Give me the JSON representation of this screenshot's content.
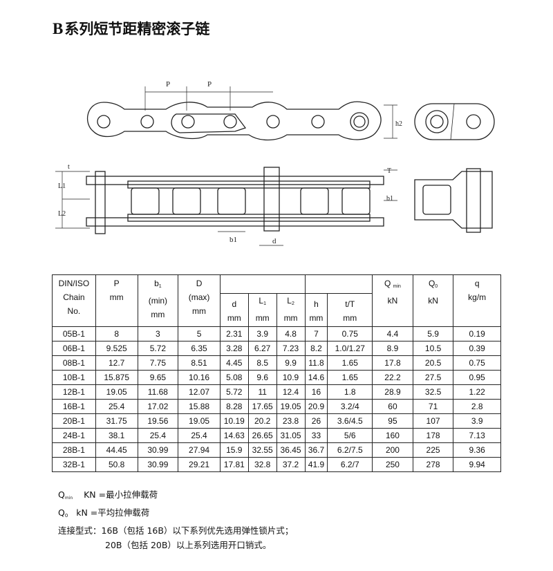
{
  "title": {
    "prefix": "B",
    "text": "系列短节距精密滚子链"
  },
  "diagram_labels": {
    "p1": "P",
    "p2": "P",
    "h2": "h2",
    "t_top": "T",
    "t_left": "t",
    "L1": "L1",
    "L2": "L2",
    "b1": "b1",
    "b1_side": "b1",
    "d": "d"
  },
  "table": {
    "headers": {
      "col1": [
        "DIN/ISO",
        "Chain",
        "No."
      ],
      "col2": [
        "P",
        "mm"
      ],
      "col3": [
        "b",
        "(min)",
        "mm"
      ],
      "col3_sub": "1",
      "col4": [
        "D",
        "(max)",
        "mm"
      ],
      "col5": [
        "d",
        "mm"
      ],
      "col6": [
        "L",
        "mm"
      ],
      "col6_sub": "1",
      "col7": [
        "L",
        "mm"
      ],
      "col7_sub": "2",
      "col8": [
        "h",
        "mm"
      ],
      "col9": [
        "t/T",
        "mm"
      ],
      "col10": [
        "Q",
        "kN"
      ],
      "col10_sub": "min",
      "col11": [
        "Q",
        "kN"
      ],
      "col11_sub": "0",
      "col12": [
        "q",
        "kg/m"
      ]
    },
    "rows": [
      [
        "05B-1",
        "8",
        "3",
        "5",
        "2.31",
        "3.9",
        "4.8",
        "7",
        "0.75",
        "4.4",
        "5.9",
        "0.19"
      ],
      [
        "06B-1",
        "9.525",
        "5.72",
        "6.35",
        "3.28",
        "6.27",
        "7.23",
        "8.2",
        "1.0/1.27",
        "8.9",
        "10.5",
        "0.39"
      ],
      [
        "08B-1",
        "12.7",
        "7.75",
        "8.51",
        "4.45",
        "8.5",
        "9.9",
        "11.8",
        "1.65",
        "17.8",
        "20.5",
        "0.75"
      ],
      [
        "10B-1",
        "15.875",
        "9.65",
        "10.16",
        "5.08",
        "9.6",
        "10.9",
        "14.6",
        "1.65",
        "22.2",
        "27.5",
        "0.95"
      ],
      [
        "12B-1",
        "19.05",
        "11.68",
        "12.07",
        "5.72",
        "11",
        "12.4",
        "16",
        "1.8",
        "28.9",
        "32.5",
        "1.22"
      ],
      [
        "16B-1",
        "25.4",
        "17.02",
        "15.88",
        "8.28",
        "17.65",
        "19.05",
        "20.9",
        "3.2/4",
        "60",
        "71",
        "2.8"
      ],
      [
        "20B-1",
        "31.75",
        "19.56",
        "19.05",
        "10.19",
        "20.2",
        "23.8",
        "26",
        "3.6/4.5",
        "95",
        "107",
        "3.9"
      ],
      [
        "24B-1",
        "38.1",
        "25.4",
        "25.4",
        "14.63",
        "26.65",
        "31.05",
        "33",
        "5/6",
        "160",
        "178",
        "7.13"
      ],
      [
        "28B-1",
        "44.45",
        "30.99",
        "27.94",
        "15.9",
        "32.55",
        "36.45",
        "36.7",
        "6.2/7.5",
        "200",
        "225",
        "9.36"
      ],
      [
        "32B-1",
        "50.8",
        "30.99",
        "29.21",
        "17.81",
        "32.8",
        "37.2",
        "41.9",
        "6.2/7",
        "250",
        "278",
        "9.94"
      ]
    ]
  },
  "notes": {
    "line1_sym": "Q",
    "line1_sub": "min",
    "line1_text": "KN =最小拉伸载荷",
    "line2_sym": "Q",
    "line2_sub": "0",
    "line2_text": "kN =平均拉伸载荷",
    "line3": "连接型式：16B（包括 16B）以下系列优先选用弹性锁片式；",
    "line4": "20B（包括 20B）以上系列选用开口销式。"
  }
}
